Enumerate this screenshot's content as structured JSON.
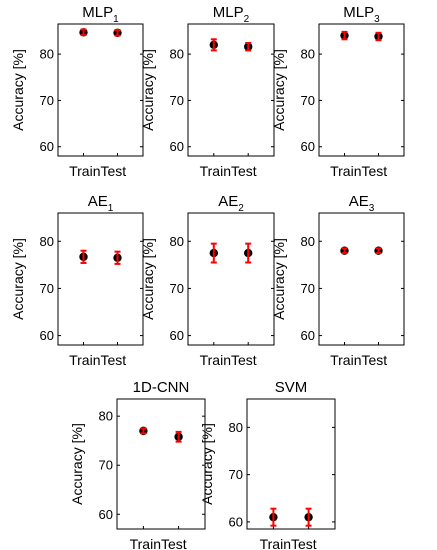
{
  "chart_data": [
    {
      "type": "scatter",
      "title": "MLP",
      "title_sub": "1",
      "ylabel": "Accuracy [%]",
      "categories": [
        "Train",
        "Test"
      ],
      "values": [
        84.7,
        84.6
      ],
      "errors": [
        0.6,
        0.6
      ],
      "yticks": [
        "60",
        "70",
        "80"
      ],
      "ylim": [
        58,
        86.5
      ],
      "colors": {
        "marker": "#000000",
        "error": "#ff0000"
      }
    },
    {
      "type": "scatter",
      "title": "MLP",
      "title_sub": "2",
      "ylabel": "Accuracy [%]",
      "categories": [
        "Train",
        "Test"
      ],
      "values": [
        82.0,
        81.6
      ],
      "errors": [
        1.2,
        0.8
      ],
      "yticks": [
        "60",
        "70",
        "80"
      ],
      "ylim": [
        58,
        86.5
      ],
      "colors": {
        "marker": "#000000",
        "error": "#ff0000"
      }
    },
    {
      "type": "scatter",
      "title": "MLP",
      "title_sub": "3",
      "ylabel": "Accuracy [%]",
      "categories": [
        "Train",
        "Test"
      ],
      "values": [
        84.0,
        83.8
      ],
      "errors": [
        0.8,
        0.8
      ],
      "yticks": [
        "60",
        "70",
        "80"
      ],
      "ylim": [
        58,
        86.5
      ],
      "colors": {
        "marker": "#000000",
        "error": "#ff0000"
      }
    },
    {
      "type": "scatter",
      "title": "AE",
      "title_sub": "1",
      "ylabel": "Accuracy [%]",
      "categories": [
        "Train",
        "Test"
      ],
      "values": [
        76.7,
        76.5
      ],
      "errors": [
        1.3,
        1.3
      ],
      "yticks": [
        "60",
        "70",
        "80"
      ],
      "ylim": [
        58,
        86
      ],
      "colors": {
        "marker": "#000000",
        "error": "#ff0000"
      }
    },
    {
      "type": "scatter",
      "title": "AE",
      "title_sub": "2",
      "ylabel": "Accuracy [%]",
      "categories": [
        "Train",
        "Test"
      ],
      "values": [
        77.5,
        77.5
      ],
      "errors": [
        2.0,
        2.0
      ],
      "yticks": [
        "60",
        "70",
        "80"
      ],
      "ylim": [
        58,
        86
      ],
      "colors": {
        "marker": "#000000",
        "error": "#ff0000"
      }
    },
    {
      "type": "scatter",
      "title": "AE",
      "title_sub": "3",
      "ylabel": "Accuracy [%]",
      "categories": [
        "Train",
        "Test"
      ],
      "values": [
        78.0,
        78.0
      ],
      "errors": [
        0.5,
        0.5
      ],
      "yticks": [
        "60",
        "70",
        "80"
      ],
      "ylim": [
        58,
        86
      ],
      "colors": {
        "marker": "#000000",
        "error": "#ff0000"
      }
    },
    {
      "type": "scatter",
      "title": "1D-CNN",
      "title_sub": "",
      "ylabel": "Accuracy [%]",
      "categories": [
        "Train",
        "Test"
      ],
      "values": [
        77.0,
        75.8
      ],
      "errors": [
        0.5,
        1.0
      ],
      "yticks": [
        "60",
        "70",
        "80"
      ],
      "ylim": [
        57,
        83.5
      ],
      "colors": {
        "marker": "#000000",
        "error": "#ff0000"
      }
    },
    {
      "type": "scatter",
      "title": "SVM",
      "title_sub": "",
      "ylabel": "Accuracy [%]",
      "categories": [
        "Train",
        "Test"
      ],
      "values": [
        61.0,
        61.0
      ],
      "errors": [
        1.8,
        1.8
      ],
      "yticks": [
        "60",
        "70",
        "80"
      ],
      "ylim": [
        58.5,
        86
      ],
      "colors": {
        "marker": "#000000",
        "error": "#ff0000"
      }
    }
  ]
}
